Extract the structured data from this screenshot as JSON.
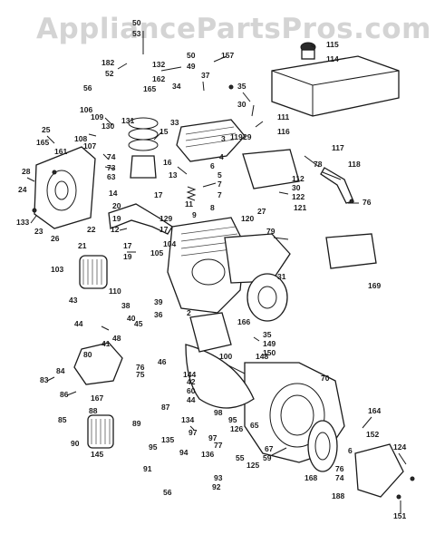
{
  "watermark": "AppliancePartsPros.com",
  "callouts": [
    "50",
    "53",
    "182",
    "52",
    "56",
    "132",
    "49",
    "50",
    "162",
    "165",
    "157",
    "37",
    "34",
    "35",
    "30",
    "111",
    "115",
    "114",
    "106",
    "109",
    "108",
    "130",
    "107",
    "74",
    "73",
    "63",
    "131",
    "15",
    "33",
    "119",
    "29",
    "116",
    "117",
    "78",
    "118",
    "25",
    "165",
    "161",
    "28",
    "24",
    "133",
    "23",
    "26",
    "16",
    "13",
    "7",
    "7",
    "6",
    "5",
    "4",
    "3",
    "112",
    "30",
    "122",
    "76",
    "14",
    "20",
    "19",
    "12",
    "17",
    "129",
    "17",
    "11",
    "9",
    "8",
    "120",
    "27",
    "121",
    "22",
    "21",
    "17",
    "19",
    "105",
    "104",
    "79",
    "103",
    "110",
    "169",
    "31",
    "43",
    "44",
    "38",
    "39",
    "36",
    "2",
    "166",
    "45",
    "40",
    "41",
    "48",
    "46",
    "75",
    "35",
    "149",
    "150",
    "148",
    "144",
    "100",
    "80",
    "83",
    "84",
    "86",
    "167",
    "76",
    "87",
    "88",
    "89",
    "98",
    "85",
    "42",
    "60",
    "44",
    "134",
    "95",
    "97",
    "77",
    "126",
    "65",
    "70",
    "90",
    "145",
    "95",
    "135",
    "94",
    "97",
    "55",
    "59",
    "67",
    "164",
    "152",
    "124",
    "91",
    "93",
    "136",
    "125",
    "56",
    "92",
    "168",
    "6",
    "76",
    "74",
    "188",
    "151"
  ]
}
